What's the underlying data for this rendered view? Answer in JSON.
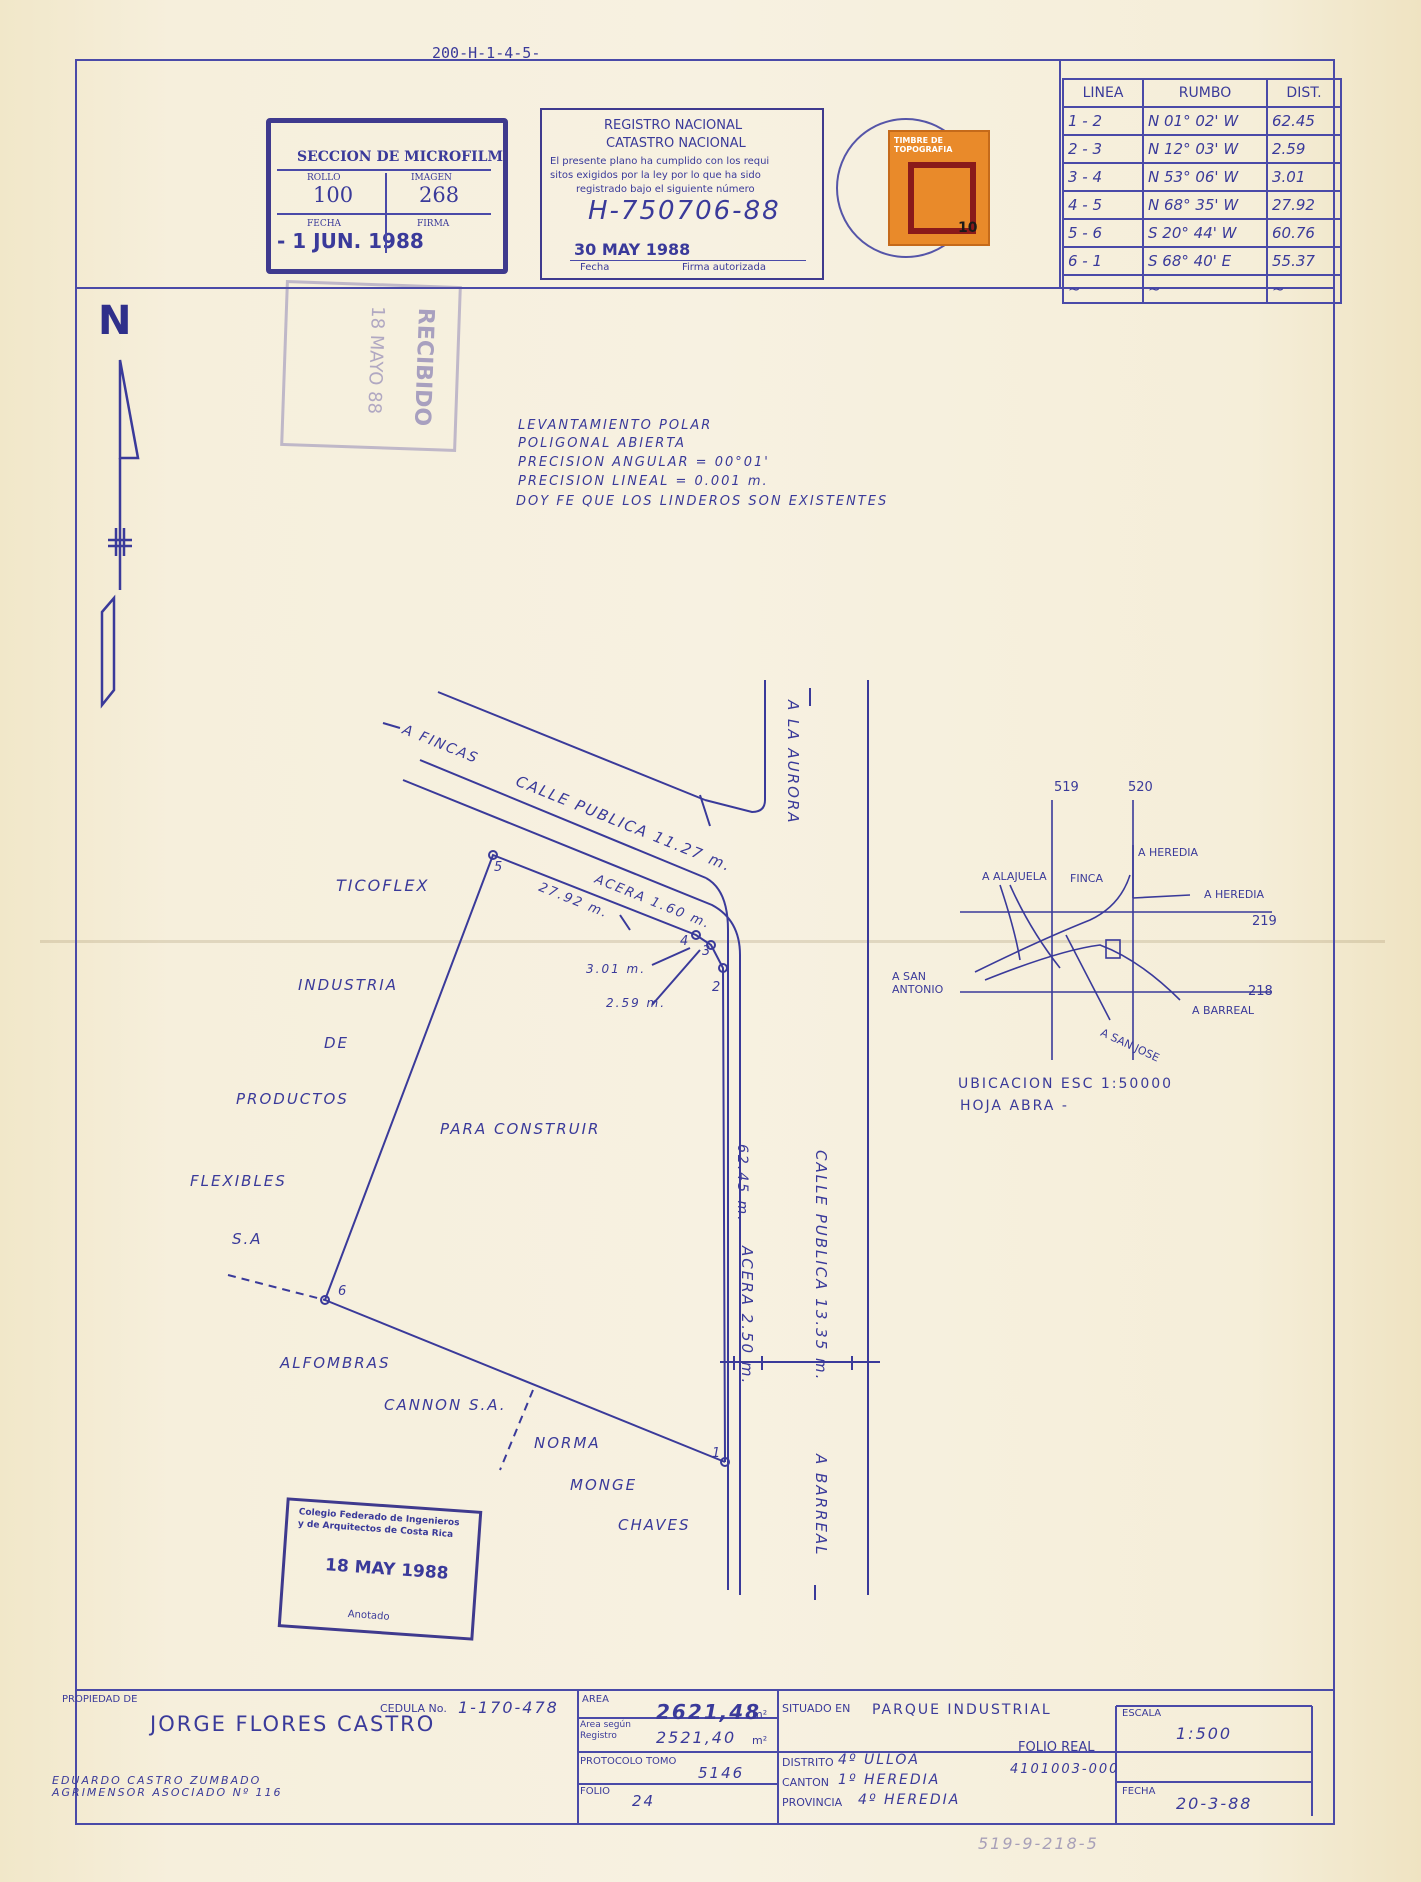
{
  "header_code": "200-H-1-4-5-",
  "microfilm": {
    "title": "SECCION DE MICROFILM",
    "rollo_label": "ROLLO",
    "rollo": "100",
    "imagen_label": "IMAGEN",
    "imagen": "268",
    "fecha_label": "FECHA",
    "fecha": "- 1 JUN. 1988",
    "firma_label": "FIRMA"
  },
  "registro": {
    "line1": "REGISTRO NACIONAL",
    "line2": "CATASTRO NACIONAL",
    "line3": "El presente plano ha cumplido con los requi",
    "line4": "sitos exigidos por la ley por lo que ha sido",
    "line5": "registrado bajo el siguiente número",
    "number": "H-750706-88",
    "date": "30 MAY 1988",
    "fecha_label": "Fecha",
    "firma_label": "Firma autorizada"
  },
  "timbre": {
    "text": "TIMBRE DE TOPOGRAFIA",
    "value": "10"
  },
  "rumbo_table": {
    "headers": [
      "LINEA",
      "RUMBO",
      "DIST."
    ],
    "rows": [
      [
        "1 - 2",
        "N 01° 02' W",
        "62.45"
      ],
      [
        "2 - 3",
        "N 12° 03' W",
        "2.59"
      ],
      [
        "3 - 4",
        "N 53° 06' W",
        "3.01"
      ],
      [
        "4 - 5",
        "N 68° 35' W",
        "27.92"
      ],
      [
        "5 - 6",
        "S 20° 44' W",
        "60.76"
      ],
      [
        "6 - 1",
        "S 68° 40' E",
        "55.37"
      ],
      [
        "~",
        "~",
        "~"
      ]
    ]
  },
  "recibido": {
    "text": "RECIBIDO",
    "date": "18 MAYO 88"
  },
  "north": "N",
  "notes": [
    "LEVANTAMIENTO POLAR",
    "POLIGONAL ABIERTA",
    "PRECISION ANGULAR = 00°01'",
    "PRECISION LINEAL = 0.001 m.",
    "DOY FE QUE LOS LINDEROS SON EXISTENTES"
  ],
  "plan": {
    "a_fincas": "A FINCAS",
    "calle_publica_top": "CALLE PUBLICA 11.27 m.",
    "acera_top": "ACERA 1.60 m.",
    "a_la_aurora": "A LA AURORA",
    "ticoflex": "TICOFLEX",
    "dist_27": "27.92 m.",
    "dist_301": "3.01 m.",
    "dist_259": "2.59 m.",
    "dist_6245": "62.45 m.",
    "industria": [
      "INDUSTRIA",
      "DE",
      "PRODUCTOS",
      "PARA CONSTRUIR",
      "FLEXIBLES",
      "S.A"
    ],
    "acera_right": "ACERA 2.50 m.",
    "calle_publica_right": "CALLE PUBLICA 13.35 m.",
    "a_barreal": "A BARREAL",
    "alfombras": [
      "ALFOMBRAS",
      "CANNON S.A."
    ],
    "norma": [
      "NORMA",
      "MONGE",
      "CHAVES"
    ],
    "points": [
      "1",
      "2",
      "3",
      "4",
      "5",
      "6"
    ]
  },
  "location_map": {
    "n519": "519",
    "n520": "520",
    "n219": "219",
    "n218": "218",
    "a_heredia_1": "A HEREDIA",
    "a_heredia_2": "A HEREDIA",
    "a_alajuela": "A ALAJUELA",
    "finca": "FINCA",
    "a_san_antonio": "A SAN ANTONIO",
    "a_barreal": "A BARREAL",
    "a_san_jose": "A SAN JOSE",
    "caption1": "UBICACION ESC 1:50000",
    "caption2": "HOJA ABRA -"
  },
  "colegio": {
    "line1": "Colegio Federado de Ingenieros",
    "line2": "y de Arquitectos de Costa Rica",
    "date": "18 MAY 1988",
    "anotado": "Anotado"
  },
  "title_block": {
    "propiedad_label": "PROPIEDAD DE",
    "owner": "JORGE FLORES CASTRO",
    "cedula_label": "CEDULA No.",
    "cedula": "1-170-478",
    "surveyor1": "EDUARDO CASTRO ZUMBADO",
    "surveyor2": "AGRIMENSOR ASOCIADO Nº 116",
    "area_label": "AREA",
    "area": "2621,48",
    "area_unit": "m²",
    "area_registro_label1": "Area según",
    "area_registro_label2": "Registro",
    "area_registro": "2521,40",
    "protocolo_label": "PROTOCOLO TOMO",
    "protocolo": "5146",
    "folio_label": "FOLIO",
    "folio": "24",
    "situado_label": "SITUADO EN",
    "situado": "PARQUE INDUSTRIAL",
    "folio_real_label": "FOLIO REAL",
    "folio_real": "4101003-000",
    "distrito_label": "DISTRITO",
    "distrito": "4º ULLOA",
    "canton_label": "CANTON",
    "canton": "1º HEREDIA",
    "provincia_label": "PROVINCIA",
    "provincia": "4º HEREDIA",
    "escala_label": "ESCALA",
    "escala": "1:500",
    "fecha_label": "FECHA",
    "fecha": "20-3-88"
  },
  "footer_code": "519-9-218-5",
  "colors": {
    "ink": "#3a3a9a",
    "stamp": "#3f3a8e",
    "paper": "#f7f1e1"
  }
}
